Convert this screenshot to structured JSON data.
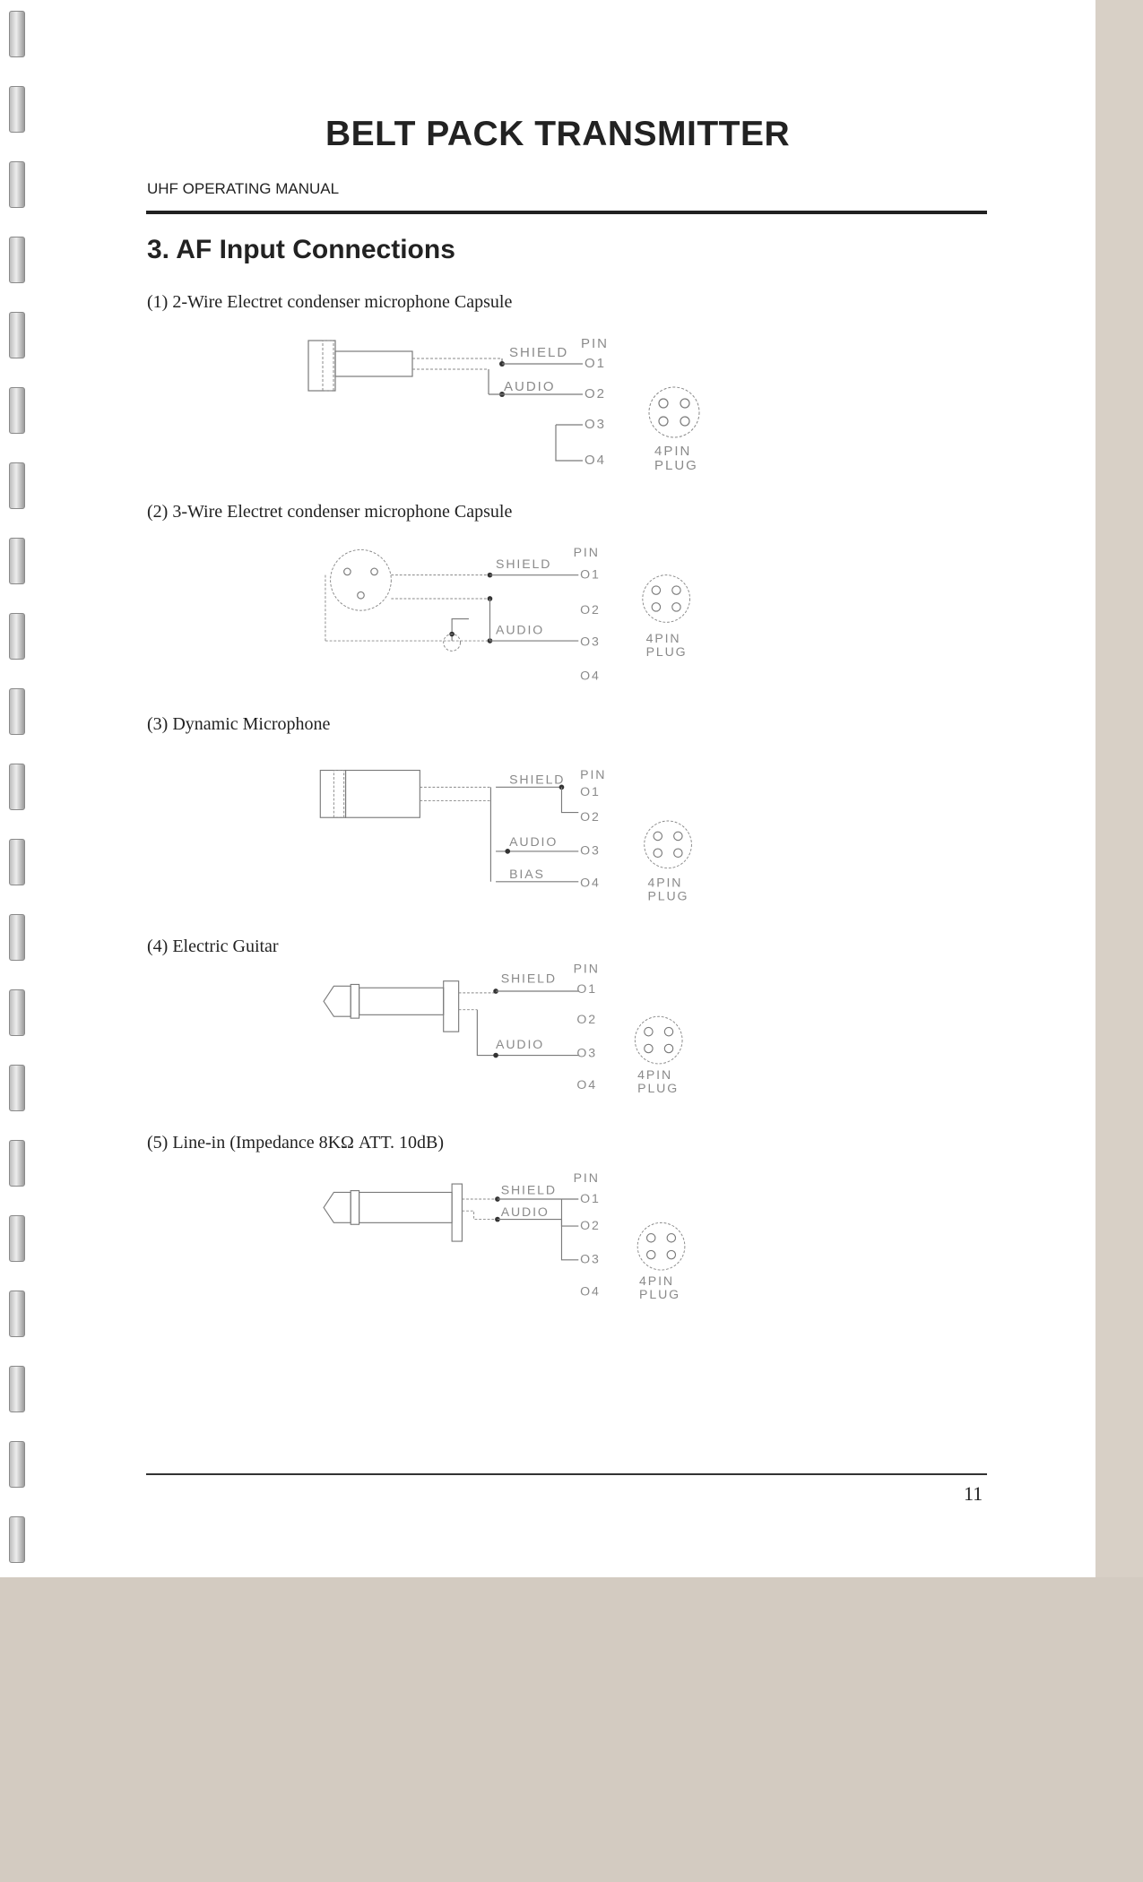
{
  "header": {
    "title": "BELT PACK TRANSMITTER",
    "manual_label": "UHF  OPERATING MANUAL"
  },
  "section": {
    "title": "3. AF Input Connections"
  },
  "items": [
    {
      "caption": "(1) 2-Wire Electret condenser microphone Capsule",
      "labels": {
        "shield": "SHIELD",
        "pin": "PIN",
        "audio": "AUDIO"
      },
      "pins": [
        "O1",
        "O2",
        "O3",
        "O4"
      ],
      "plug": [
        "4PIN",
        "PLUG"
      ]
    },
    {
      "caption": "(2) 3-Wire Electret condenser microphone Capsule",
      "labels": {
        "shield": "SHIELD",
        "pin": "PIN",
        "audio": "AUDIO"
      },
      "pins": [
        "O1",
        "O2",
        "O3",
        "O4"
      ],
      "plug": [
        "4PIN",
        "PLUG"
      ]
    },
    {
      "caption": "(3) Dynamic Microphone",
      "labels": {
        "shield": "SHIELD",
        "pin": "PIN",
        "audio": "AUDIO",
        "bias": "BIAS"
      },
      "pins": [
        "O1",
        "O2",
        "O3",
        "O4"
      ],
      "plug": [
        "4PIN",
        "PLUG"
      ]
    },
    {
      "caption": "(4)  Electric Guitar",
      "labels": {
        "shield": "SHIELD",
        "pin": "PIN",
        "audio": "AUDIO"
      },
      "pins": [
        "O1",
        "O2",
        "O3",
        "O4"
      ],
      "plug": [
        "4PIN",
        "PLUG"
      ]
    },
    {
      "caption": "(5) Line-in (Impedance 8KΩ  ATT. 10dB)",
      "labels": {
        "shield": "SHIELD",
        "pin": "PIN",
        "audio": "AUDIO"
      },
      "pins": [
        "O1",
        "O2",
        "O3",
        "O4"
      ],
      "plug": [
        "4PIN",
        "PLUG"
      ]
    }
  ],
  "footer": {
    "page_number": "11"
  }
}
